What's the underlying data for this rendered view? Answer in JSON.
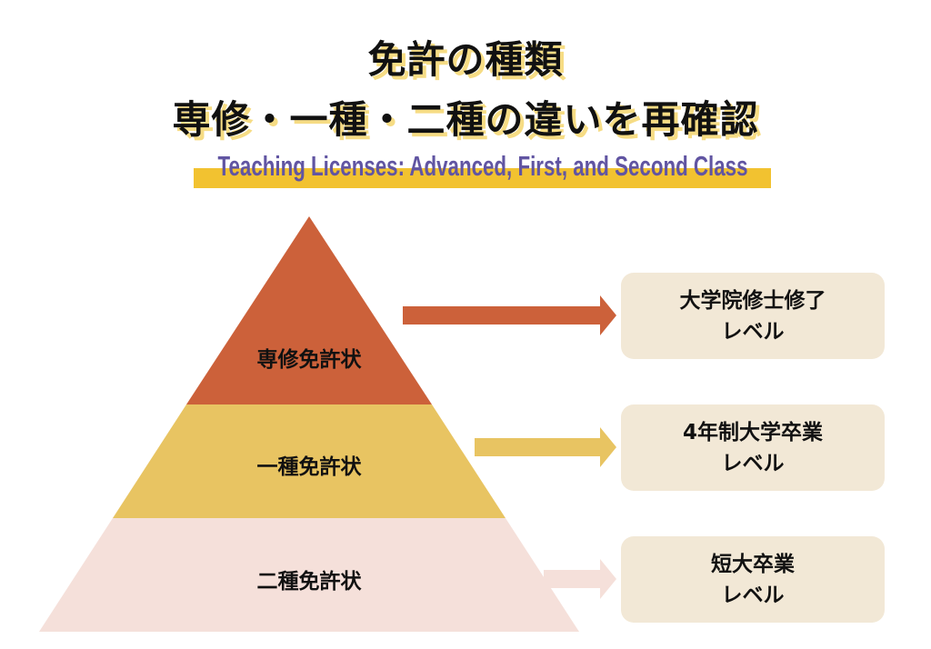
{
  "title": {
    "line1": "免許の種類",
    "line2": "専修・一種・二種の違いを再確認"
  },
  "subtitle": "Teaching Licenses: Advanced, First, and Second Class",
  "pyramid": [
    {
      "label": "専修免許状",
      "color": "#cc613a"
    },
    {
      "label": "一種免許状",
      "color": "#e8c462"
    },
    {
      "label": "二種免許状",
      "color": "#f5e0da"
    }
  ],
  "levels": [
    {
      "line1": "大学院修士修了",
      "line2": "レベル"
    },
    {
      "line1": "4年制大学卒業",
      "line2": "レベル"
    },
    {
      "line1": "短大卒業",
      "line2": "レベル"
    }
  ],
  "colors": {
    "box": "#f2e8d6",
    "highlight": "#f2c230",
    "subtitle": "#6155a2"
  }
}
